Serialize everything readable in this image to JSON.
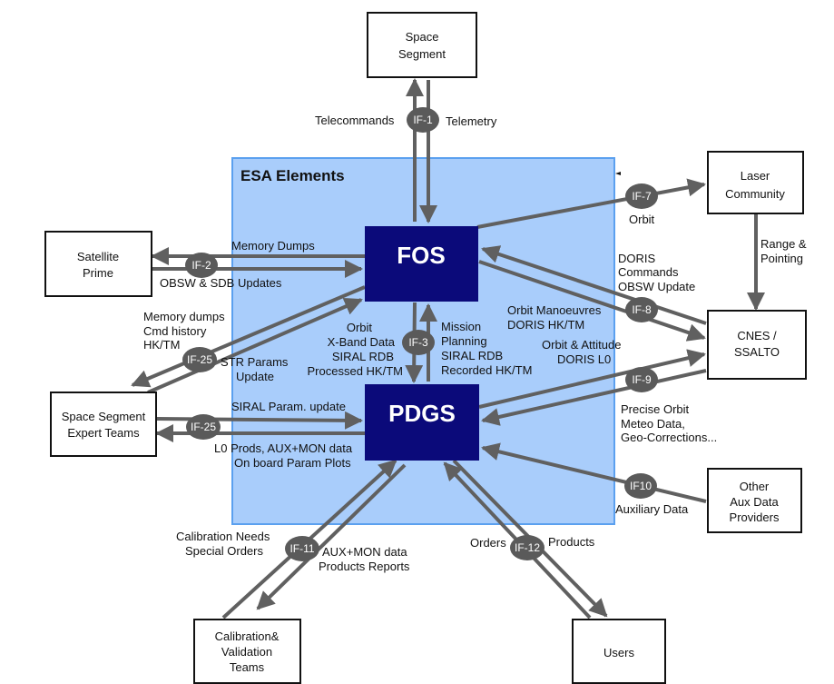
{
  "esa_title": "ESA Elements",
  "fos_label": "FOS",
  "pdgs_label": "PDGS",
  "colors": {
    "region": "#a9cdfb",
    "region_border": "#5ba0ef",
    "core": "#0b0a7a",
    "arrow": "#606060",
    "if_node": "#5a5a5a"
  },
  "boxes": {
    "space_segment": [
      "Space",
      "Segment"
    ],
    "laser": [
      "Laser",
      "Community"
    ],
    "satellite_prime": [
      "Satellite",
      "Prime"
    ],
    "cnes": [
      "CNES /",
      "SSALTO"
    ],
    "expert": [
      "Space Segment",
      "Expert Teams"
    ],
    "other": [
      "Other",
      "Aux Data",
      "Providers"
    ],
    "calval": [
      "Calibration&",
      "Validation",
      "Teams"
    ],
    "users": [
      "Users"
    ]
  },
  "ifs": {
    "if1": "IF-1",
    "if2": "IF-2",
    "if3": "IF-3",
    "if7": "IF-7",
    "if8": "IF-8",
    "if9": "IF-9",
    "if10": "IF10",
    "if11": "IF-11",
    "if12": "IF-12",
    "if25a": "IF-25",
    "if25b": "IF-25"
  },
  "labels": {
    "telecommands": "Telecommands",
    "telemetry": "Telemetry",
    "orbit": "Orbit",
    "range_pointing": [
      "Range &",
      "Pointing"
    ],
    "memory_dumps": "Memory Dumps",
    "obsw_sdb": "OBSW & SDB Updates",
    "doris_cmds": [
      "DORIS",
      "Commands",
      "OBSW Update"
    ],
    "orbit_manoeuvres": [
      "Orbit Manoeuvres",
      "DORIS HK/TM"
    ],
    "orbit_attitude": [
      "Orbit & Attitude",
      "DORIS L0"
    ],
    "mem_dumps_left": [
      "Memory dumps",
      "Cmd history",
      "HK/TM"
    ],
    "str_params": [
      "STR Params",
      "Update"
    ],
    "fos_to_pdgs": [
      "Orbit",
      "X-Band Data",
      "SIRAL RDB",
      "Processed HK/TM"
    ],
    "pdgs_to_fos": [
      "Mission",
      "Planning",
      "SIRAL RDB",
      "Recorded HK/TM"
    ],
    "siral_update": "SIRAL Param. update",
    "l0_prods": [
      "L0 Prods, AUX+MON data",
      "On board Param Plots"
    ],
    "precise_orbit": [
      "Precise Orbit",
      "Meteo Data,",
      "Geo-Corrections..."
    ],
    "auxiliary": "Auxiliary Data",
    "calib_needs": [
      "Calibration Needs",
      "Special Orders"
    ],
    "aux_mon": [
      "AUX+MON data",
      "Products Reports"
    ],
    "orders": "Orders",
    "products": "Products"
  }
}
